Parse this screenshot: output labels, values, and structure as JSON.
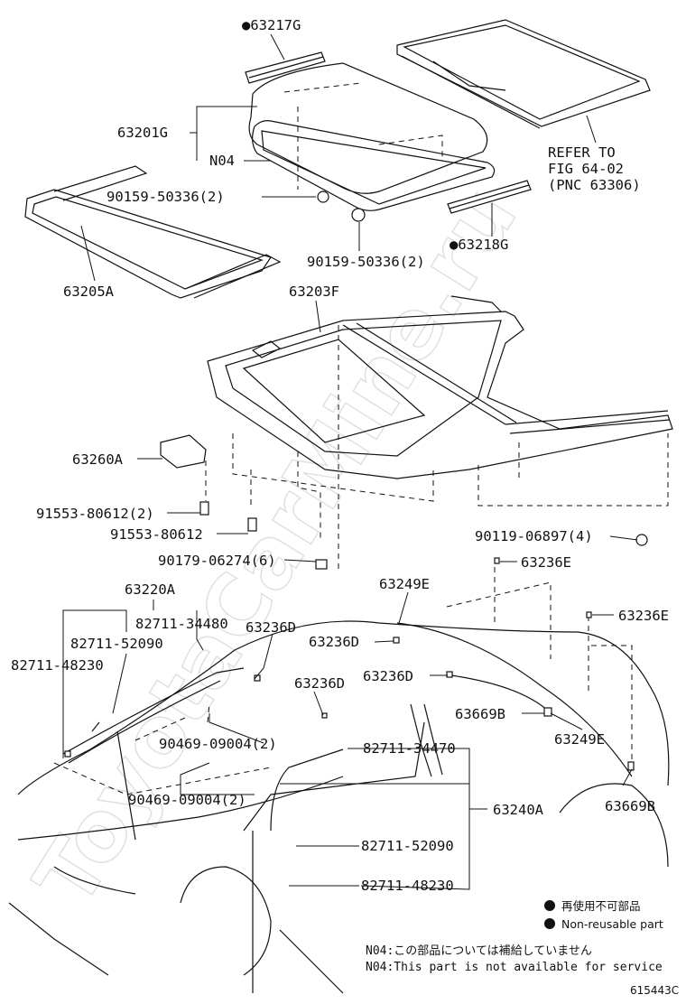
{
  "watermark": "ToyotaCarMine.ru",
  "figure_code": "615443C",
  "labels": {
    "p63217G": "●63217G",
    "p63201G": "63201G",
    "pN04": "N04",
    "p90159a": "90159-50336(2)",
    "p90159b": "90159-50336(2)",
    "refer1": "REFER TO",
    "refer2": "FIG 64-02",
    "refer3": "(PNC 63306)",
    "p63218G": "●63218G",
    "p63205A": "63205A",
    "p63203F": "63203F",
    "p63260A": "63260A",
    "p91553a": "91553-80612(2)",
    "p91553b": "91553-80612",
    "p90179": "90179-06274(6)",
    "p90119": "90119-06897(4)",
    "p63220A": "63220A",
    "p82711_34480": "82711-34480",
    "p82711_52090a": "82711-52090",
    "p82711_48230a": "82711-48230",
    "p63236D_a": "63236D",
    "p63236D_b": "63236D",
    "p63236D_c": "63236D",
    "p63236D_d": "63236D",
    "p63249E_a": "63249E",
    "p63236E_a": "63236E",
    "p63236E_b": "63236E",
    "p63669B_a": "63669B",
    "p63249E_b": "63249E",
    "p63669B_b": "63669B",
    "p90469a": "90469-09004(2)",
    "p90469b": "90469-09004(2)",
    "p82711_34470": "82711-34470",
    "p63240A": "63240A",
    "p82711_52090b": "82711-52090",
    "p82711_48230b": "82711-48230"
  },
  "legend": {
    "jp": "再使用不可部品",
    "en": "Non-reusable part"
  },
  "notes": {
    "jp": "N04:この部品については補給していません",
    "en": "N04:This part is not available for service"
  }
}
